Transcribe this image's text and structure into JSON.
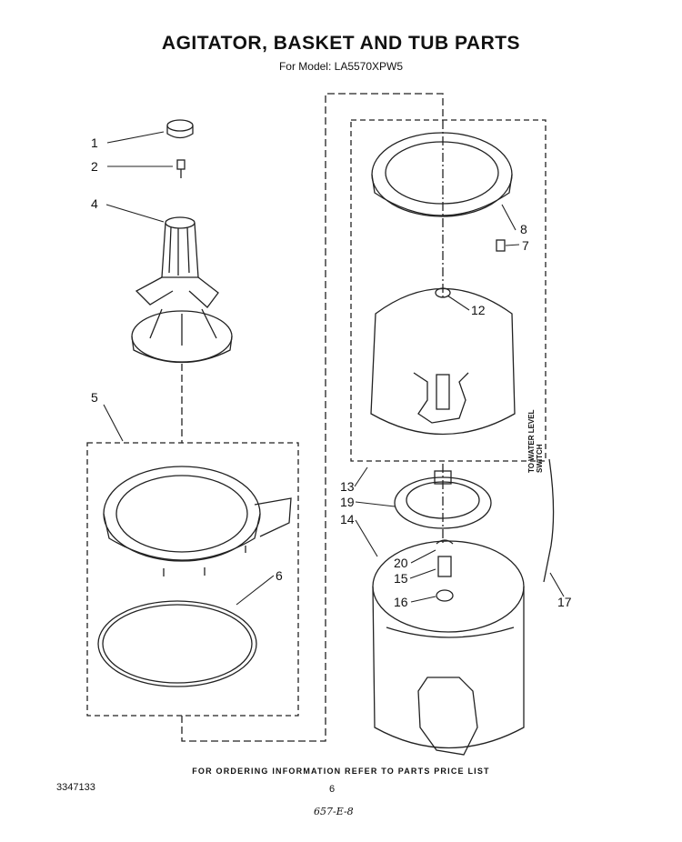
{
  "header": {
    "title": "AGITATOR, BASKET AND TUB PARTS",
    "subtitle": "For Model: LA5570XPW5"
  },
  "callouts": {
    "c1": "1",
    "c2": "2",
    "c4": "4",
    "c5": "5",
    "c6": "6",
    "c7": "7",
    "c8": "8",
    "c12": "12",
    "c13": "13",
    "c14": "14",
    "c15": "15",
    "c16": "16",
    "c17": "17",
    "c19": "19",
    "c20": "20"
  },
  "side_label": {
    "line1": "TO WATER LEVEL",
    "line2": "SWITCH"
  },
  "footer": {
    "ordering_note": "FOR ORDERING INFORMATION REFER TO PARTS PRICE LIST",
    "doc_number": "3347133",
    "page_number": "6",
    "handwritten": "657-E-8"
  }
}
